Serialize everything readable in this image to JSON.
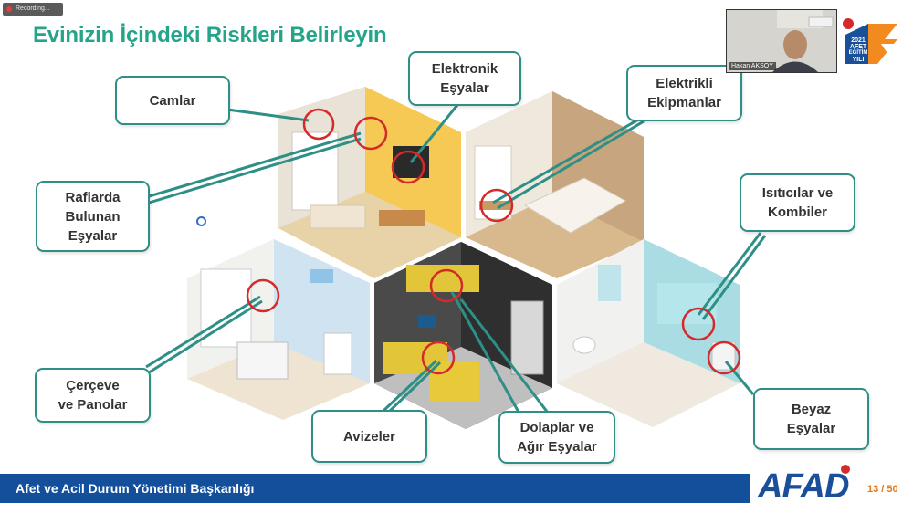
{
  "recording_label": "Recording...",
  "title": "Evinizin İçindeki Riskleri Belirleyin",
  "labels": {
    "camlar": "Camlar",
    "elektronik": "Elektronik Eşyalar",
    "elektrikli": "Elektrikli Ekipmanlar",
    "raflarda": "Raflarda Bulunan Eşyalar",
    "isiticilar": "Isıtıcılar ve Kombiler",
    "cerceve": "Çerçeve ve Panolar",
    "avizeler": "Avizeler",
    "dolaplar": "Dolaplar ve Ağır Eşyalar",
    "beyaz": "Beyaz Eşyalar"
  },
  "footer_text": "Afet ve Acil Durum Yönetimi Başkanlığı",
  "brand": "AFAD",
  "page_number": "13 / 50",
  "webcam_name": "Hakan AKSOY",
  "logo": {
    "year": "2021",
    "line1": "AFET",
    "line2": "EĞİTİM",
    "line3": "YILI"
  },
  "colors": {
    "title": "#24a58a",
    "border": "#2e8f86",
    "footer": "#134f9a",
    "accent": "#e07a1f",
    "highlight": "#d42a2a"
  }
}
